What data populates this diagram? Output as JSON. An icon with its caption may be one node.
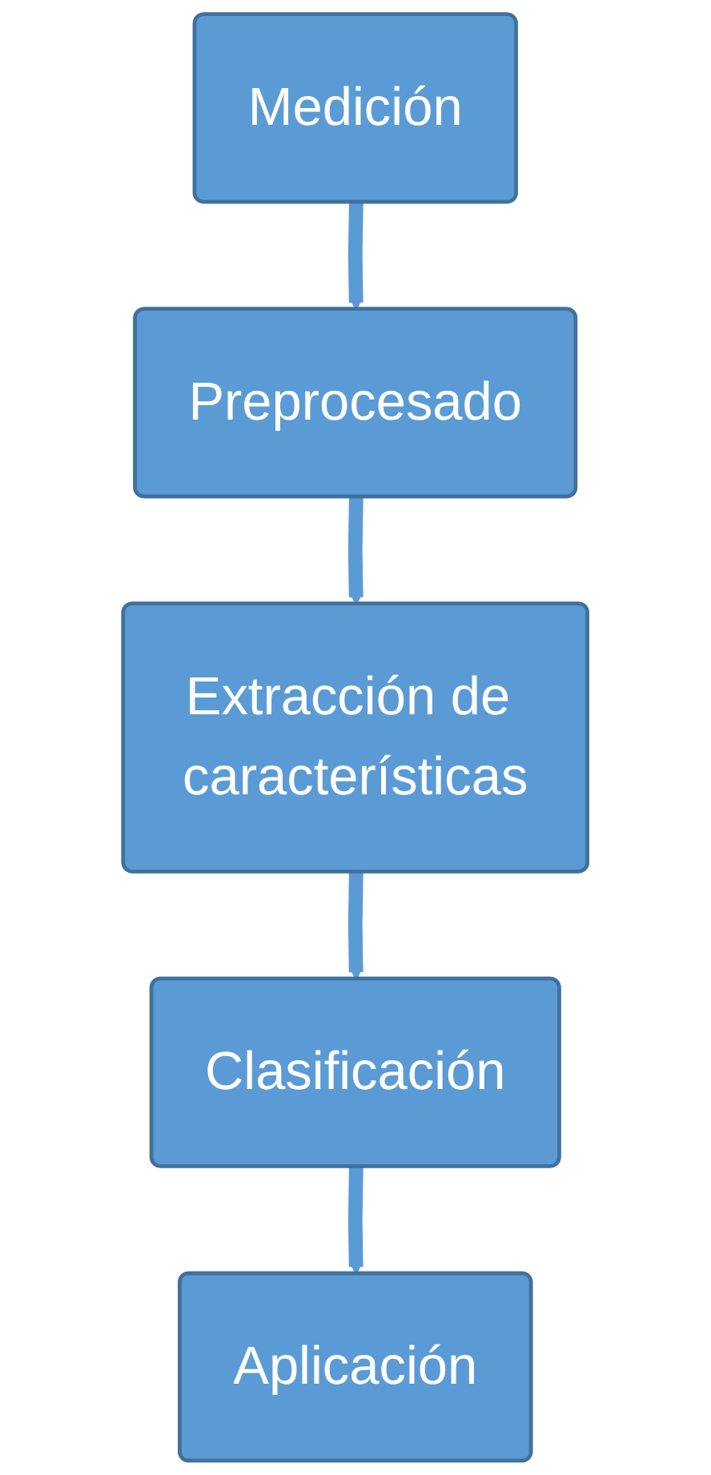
{
  "diagram": {
    "nodes": [
      {
        "text": [
          "Medición"
        ]
      },
      {
        "text": [
          "Preprocesado"
        ]
      },
      {
        "text": [
          "Extracción de características"
        ]
      },
      {
        "text": [
          "Clasificación"
        ]
      },
      {
        "text": [
          "Aplicación"
        ]
      }
    ],
    "edges": [
      {
        "from": 0,
        "to": 1,
        "arrow": "to"
      },
      {
        "from": 1,
        "to": 2,
        "arrow": "to"
      },
      {
        "from": 2,
        "to": 3,
        "arrow": "to"
      },
      {
        "from": 3,
        "to": 4,
        "arrow": "to"
      }
    ]
  }
}
